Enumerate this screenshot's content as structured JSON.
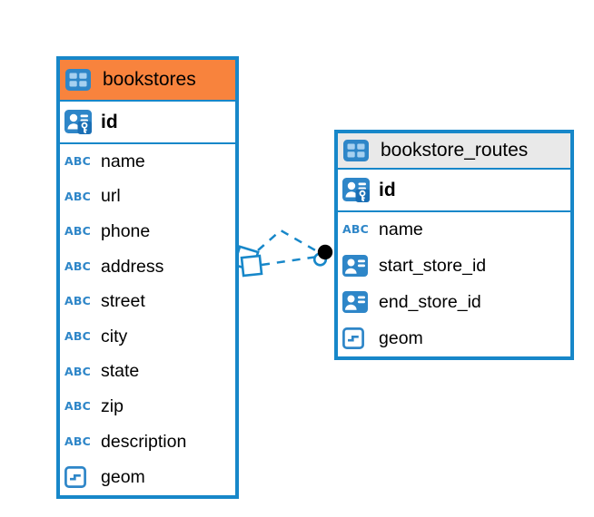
{
  "colors": {
    "accent_blue": "#1787C9",
    "icon_blue": "#2E86C8",
    "icon_cell_blue": "#A6D0F0",
    "key_badge_blue": "#1A6FB5",
    "header_orange": "#F8833D",
    "header_gray": "#E9E9E9",
    "text_black": "#000000",
    "background": "#ffffff"
  },
  "icons": {
    "text_type_glyph": "ABC"
  },
  "tables": [
    {
      "title": "bookstores",
      "header_color": "#F8833D",
      "primary_key": {
        "label": "id"
      },
      "columns": [
        {
          "label": "name",
          "type": "text"
        },
        {
          "label": "url",
          "type": "text"
        },
        {
          "label": "phone",
          "type": "text"
        },
        {
          "label": "address",
          "type": "text"
        },
        {
          "label": "street",
          "type": "text"
        },
        {
          "label": "city",
          "type": "text"
        },
        {
          "label": "state",
          "type": "text"
        },
        {
          "label": "zip",
          "type": "text"
        },
        {
          "label": "description",
          "type": "text"
        },
        {
          "label": "geom",
          "type": "geometry"
        }
      ]
    },
    {
      "title": "bookstore_routes",
      "header_color": "#E9E9E9",
      "primary_key": {
        "label": "id"
      },
      "columns": [
        {
          "label": "name",
          "type": "text"
        },
        {
          "label": "start_store_id",
          "type": "reference"
        },
        {
          "label": "end_store_id",
          "type": "reference"
        },
        {
          "label": "geom",
          "type": "geometry"
        }
      ]
    }
  ],
  "relationship": {
    "from_table": "bookstores",
    "to_table": "bookstore_routes",
    "line_style": "dashed",
    "line_count": 2,
    "source_marker": "overlapping-squares",
    "target_marker": "black-dot-over-blue-circle"
  }
}
